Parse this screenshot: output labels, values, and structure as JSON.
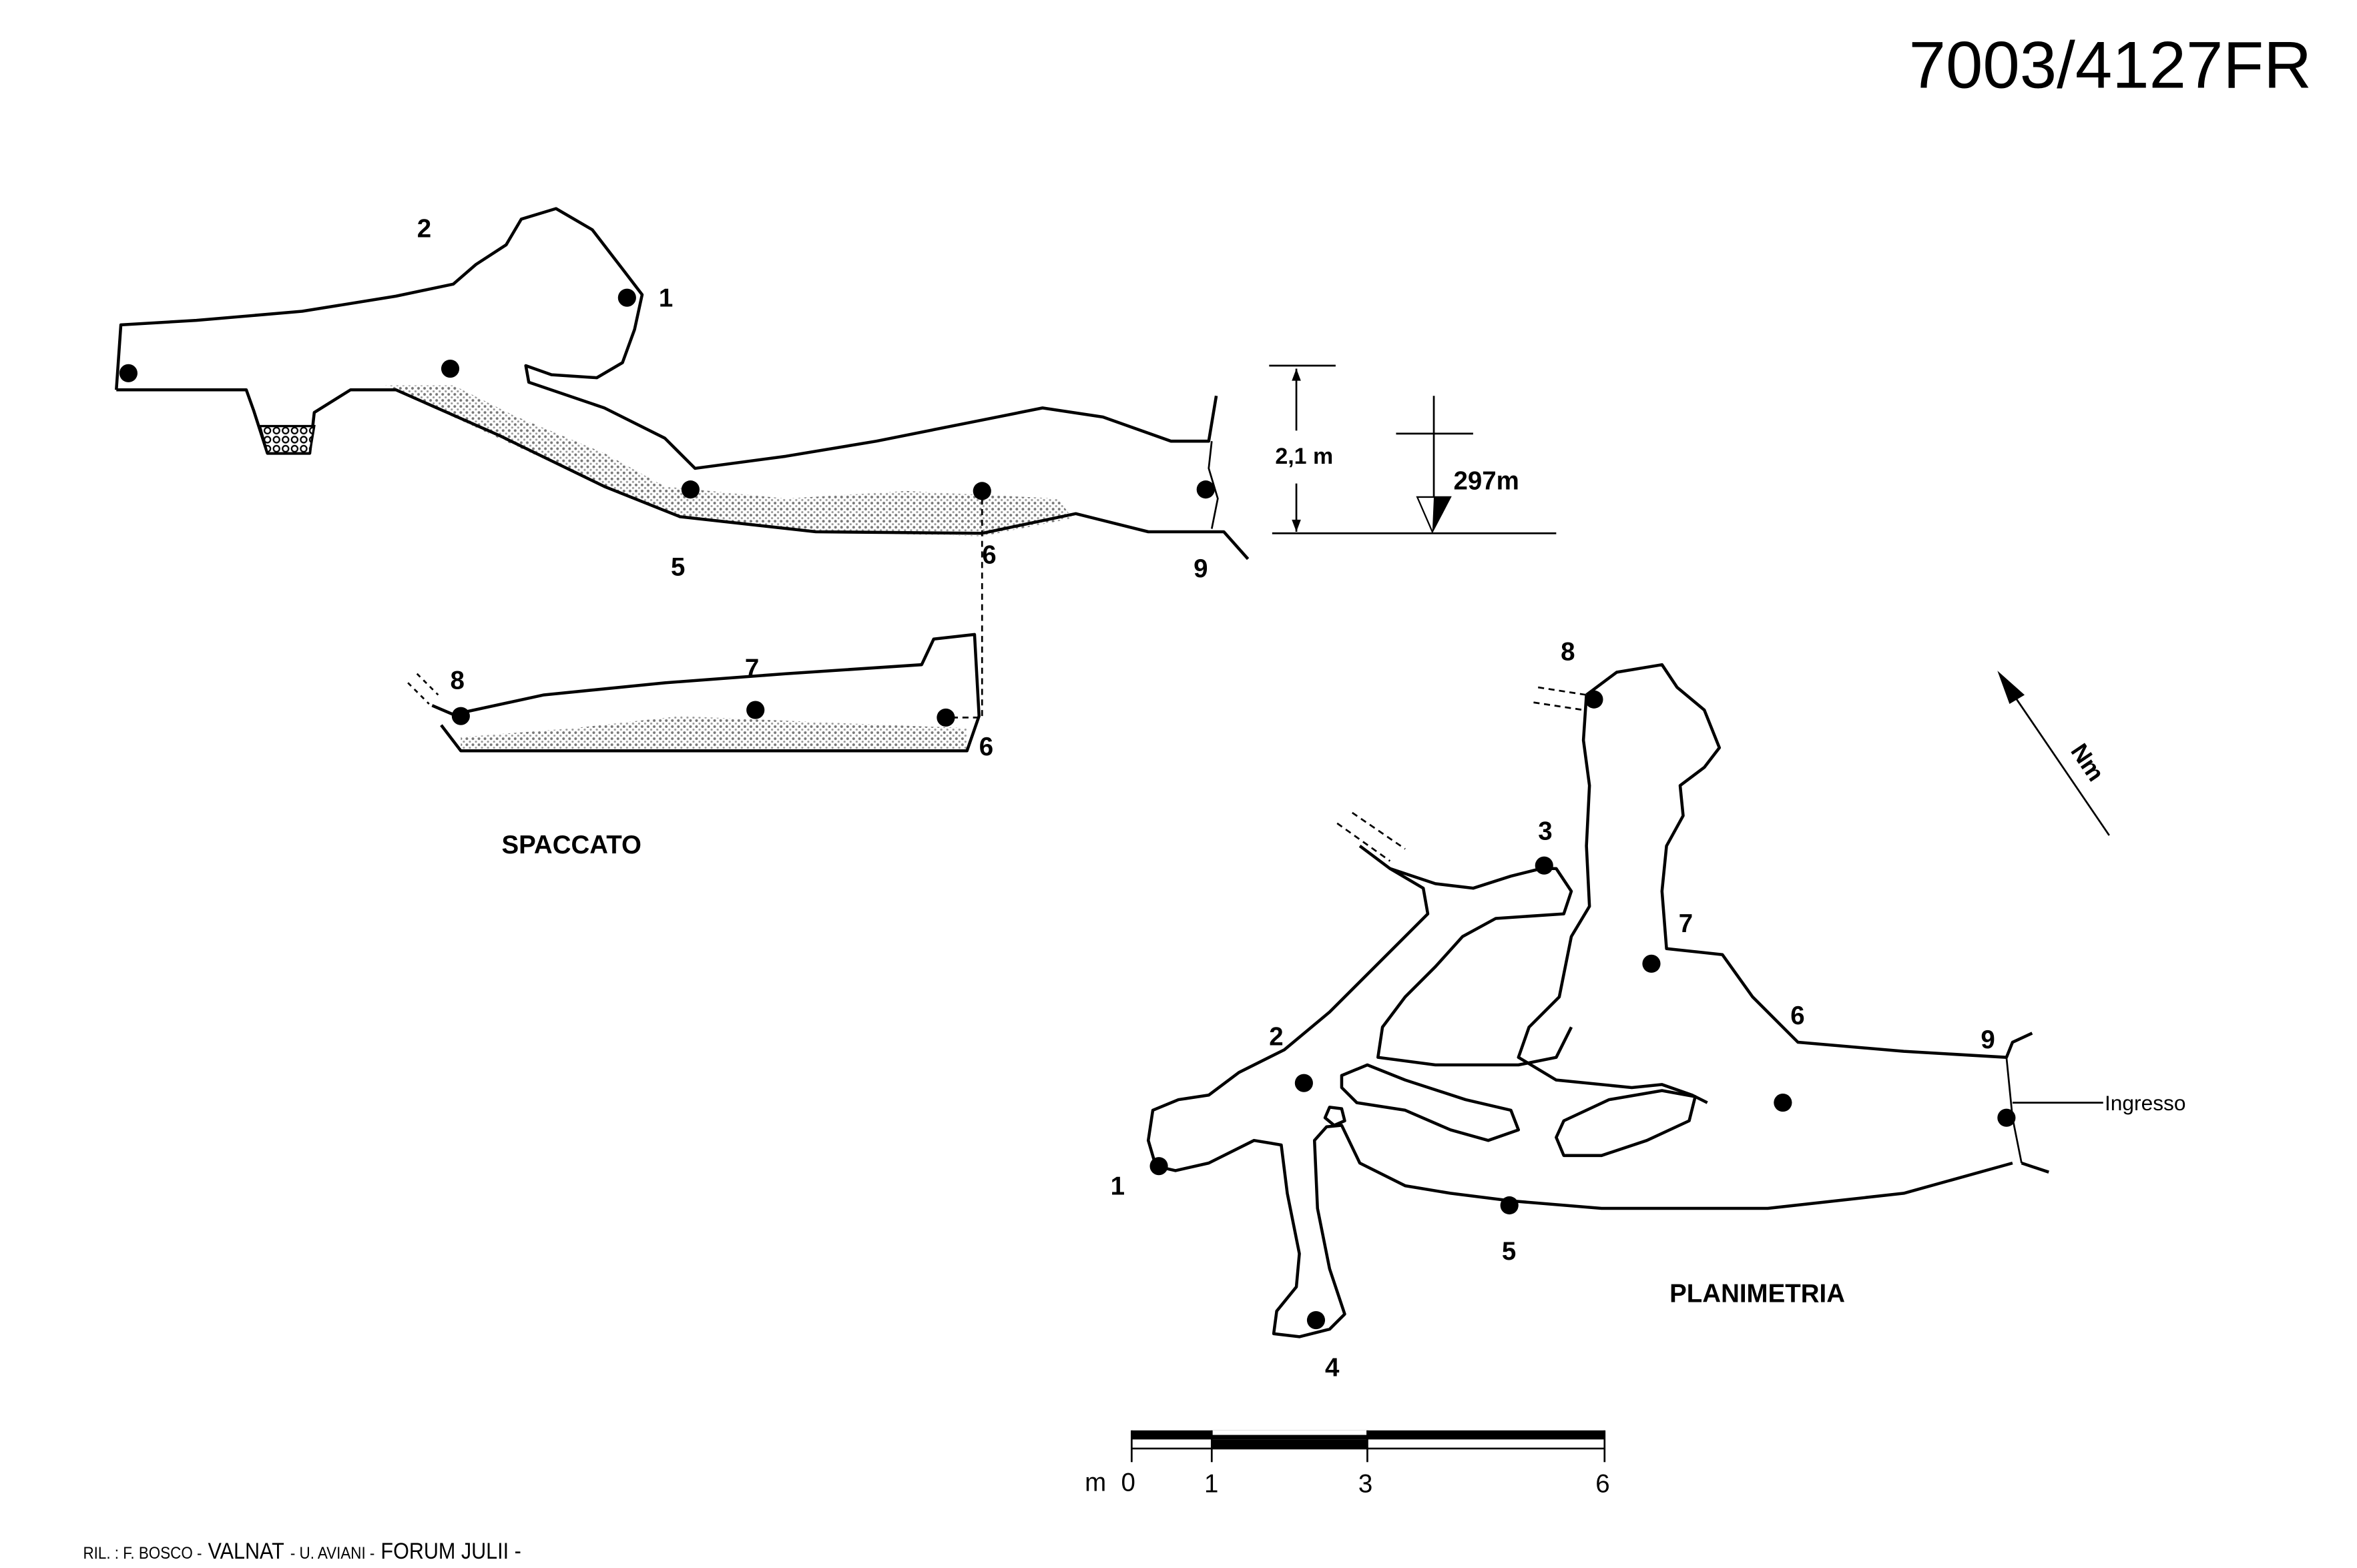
{
  "title": "7003/4127FR",
  "section": {
    "label": "SPACCATO",
    "stations": [
      "2",
      "1",
      "5",
      "6",
      "9",
      "8",
      "7",
      "6"
    ],
    "height_label": "2,1 m",
    "elevation_label": "297m"
  },
  "plan": {
    "label": "PLANIMETRIA",
    "stations": [
      "8",
      "3",
      "7",
      "6",
      "9",
      "2",
      "1",
      "5",
      "4"
    ],
    "entrance_label": "Ingresso",
    "north_label": "Nm"
  },
  "scale_bar": {
    "unit": "m",
    "ticks": [
      "0",
      "1",
      "3",
      "6"
    ]
  },
  "credits": [
    "RIL. : F. BOSCO -",
    "VALNAT",
    "- U. AVIANI -",
    "FORUM JULII -"
  ],
  "colors": {
    "ink": "#000000",
    "fill_pattern": "#b8b8b8"
  }
}
